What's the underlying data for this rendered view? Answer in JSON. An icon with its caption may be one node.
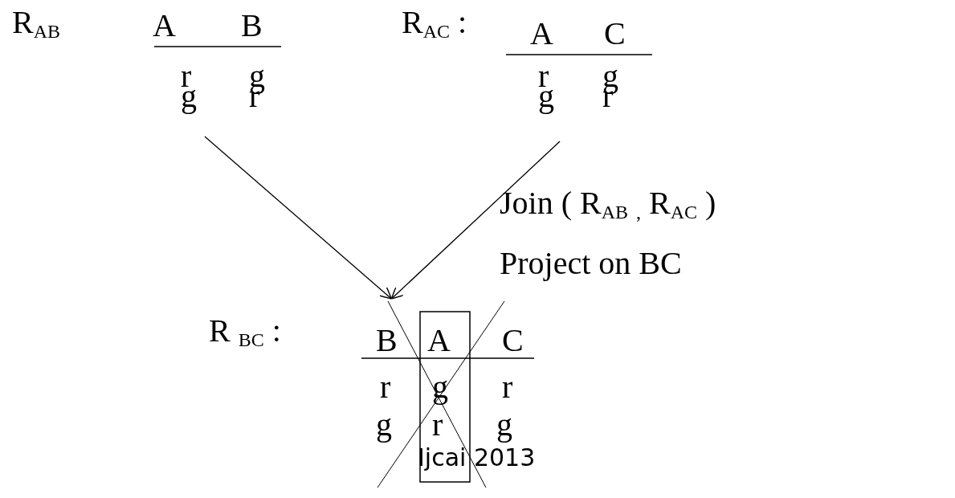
{
  "diagram": {
    "nodes": [
      {
        "text": [
          "R$_{AB}$",
          "A",
          "B",
          "r",
          "g",
          "g",
          "r"
        ]
      },
      {
        "text": [
          "R$_{AC}$ :",
          "A",
          "C",
          "r",
          "g",
          "g",
          "r"
        ]
      },
      {
        "text": [
          "R $_{BC}$ :",
          "B",
          "A",
          "C",
          "r",
          "g",
          "r",
          "g",
          "r",
          "g"
        ]
      }
    ],
    "edges": [
      {
        "from": 0,
        "to": 2,
        "arrow": "to"
      },
      {
        "from": 1,
        "to": 2,
        "arrow": "to"
      }
    ],
    "labels": [
      "Join ( R$_{AB}$ $_{,}$ R$_{AC}$ )",
      "Project on BC",
      "Ijcai 2013"
    ]
  }
}
